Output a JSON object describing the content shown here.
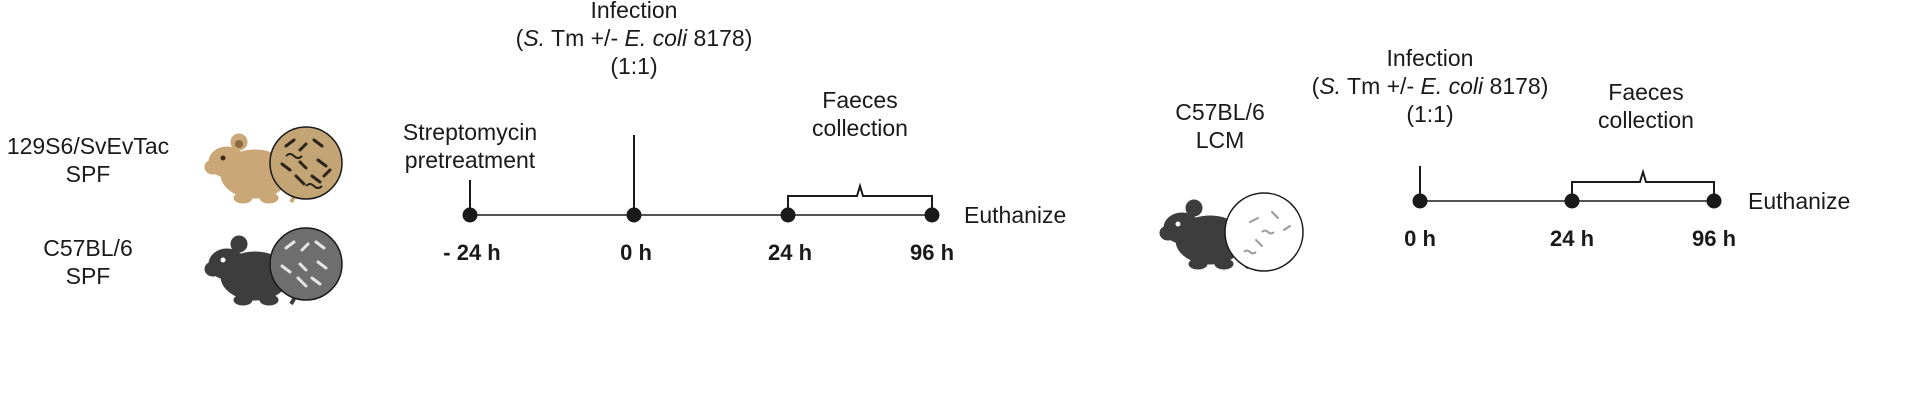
{
  "panel_left": {
    "groups": [
      {
        "strain": "129S6/SvEvTac",
        "status": "SPF",
        "mouse_icon": "mouse-tan-icon",
        "microbiota_icon": "complex-microbiota-icon",
        "mouse_color": "#c9a776",
        "circle_color": "#c3a474"
      },
      {
        "strain": "C57BL/6",
        "status": "SPF",
        "mouse_icon": "mouse-black-icon",
        "microbiota_icon": "complex-microbiota-icon",
        "mouse_color": "#3d3d3d",
        "circle_color": "#6e6e6e"
      }
    ],
    "pretreatment": {
      "line1": "Streptomycin",
      "line2": "pretreatment"
    },
    "infection": {
      "title": "Infection",
      "detail_open": "(",
      "s": "S.",
      "tm": " Tm +/- ",
      "ecoli": "E. coli",
      "strain_no": " 8178)",
      "ratio": "(1:1)"
    },
    "faeces": {
      "line1": "Faeces",
      "line2": "collection"
    },
    "endpoint": "Euthanize",
    "ticks": [
      "- 24 h",
      "0 h",
      "24 h",
      "96 h"
    ]
  },
  "panel_right": {
    "group": {
      "strain": "C57BL/6",
      "status": "LCM",
      "mouse_icon": "mouse-black-icon",
      "microbiota_icon": "low-complexity-microbiota-icon",
      "mouse_color": "#3d3d3d",
      "circle_color": "#ffffff"
    },
    "infection": {
      "title": "Infection",
      "detail_open": "(",
      "s": "S.",
      "tm": " Tm +/- ",
      "ecoli": "E. coli",
      "strain_no": " 8178)",
      "ratio": "(1:1)"
    },
    "faeces": {
      "line1": "Faeces",
      "line2": "collection"
    },
    "endpoint": "Euthanize",
    "ticks": [
      "0 h",
      "24 h",
      "96 h"
    ]
  },
  "colors": {
    "line": "#1a1a1a",
    "tan": "#c9a776",
    "dark": "#3d3d3d"
  }
}
